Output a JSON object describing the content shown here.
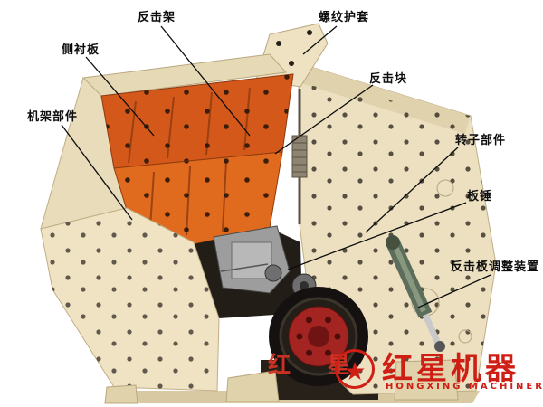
{
  "diagram": {
    "subject": "impact-crusher-cutaway"
  },
  "labels": {
    "impact_frame": "反击架",
    "thread_sleeve": "螺纹护套",
    "side_liner": "侧衬板",
    "impact_block": "反击块",
    "frame_parts": "机架部件",
    "rotor_parts": "转子部件",
    "blow_bar": "板锤",
    "adjuster": "反击板调整装置"
  },
  "watermark": {
    "logo_glyph": "★",
    "brand": "红星机器",
    "subtitle": "HONGXING MACHINERY",
    "stamp": "红 星"
  },
  "colors": {
    "body": "#efe3c4",
    "body_shade": "#dfd2ad",
    "liner_orange": "#d4581a",
    "liner_orange2": "#e06a1e",
    "cavity_dark": "#221d17",
    "flywheel_red": "#a32420",
    "brand_red": "#cf1e14"
  }
}
